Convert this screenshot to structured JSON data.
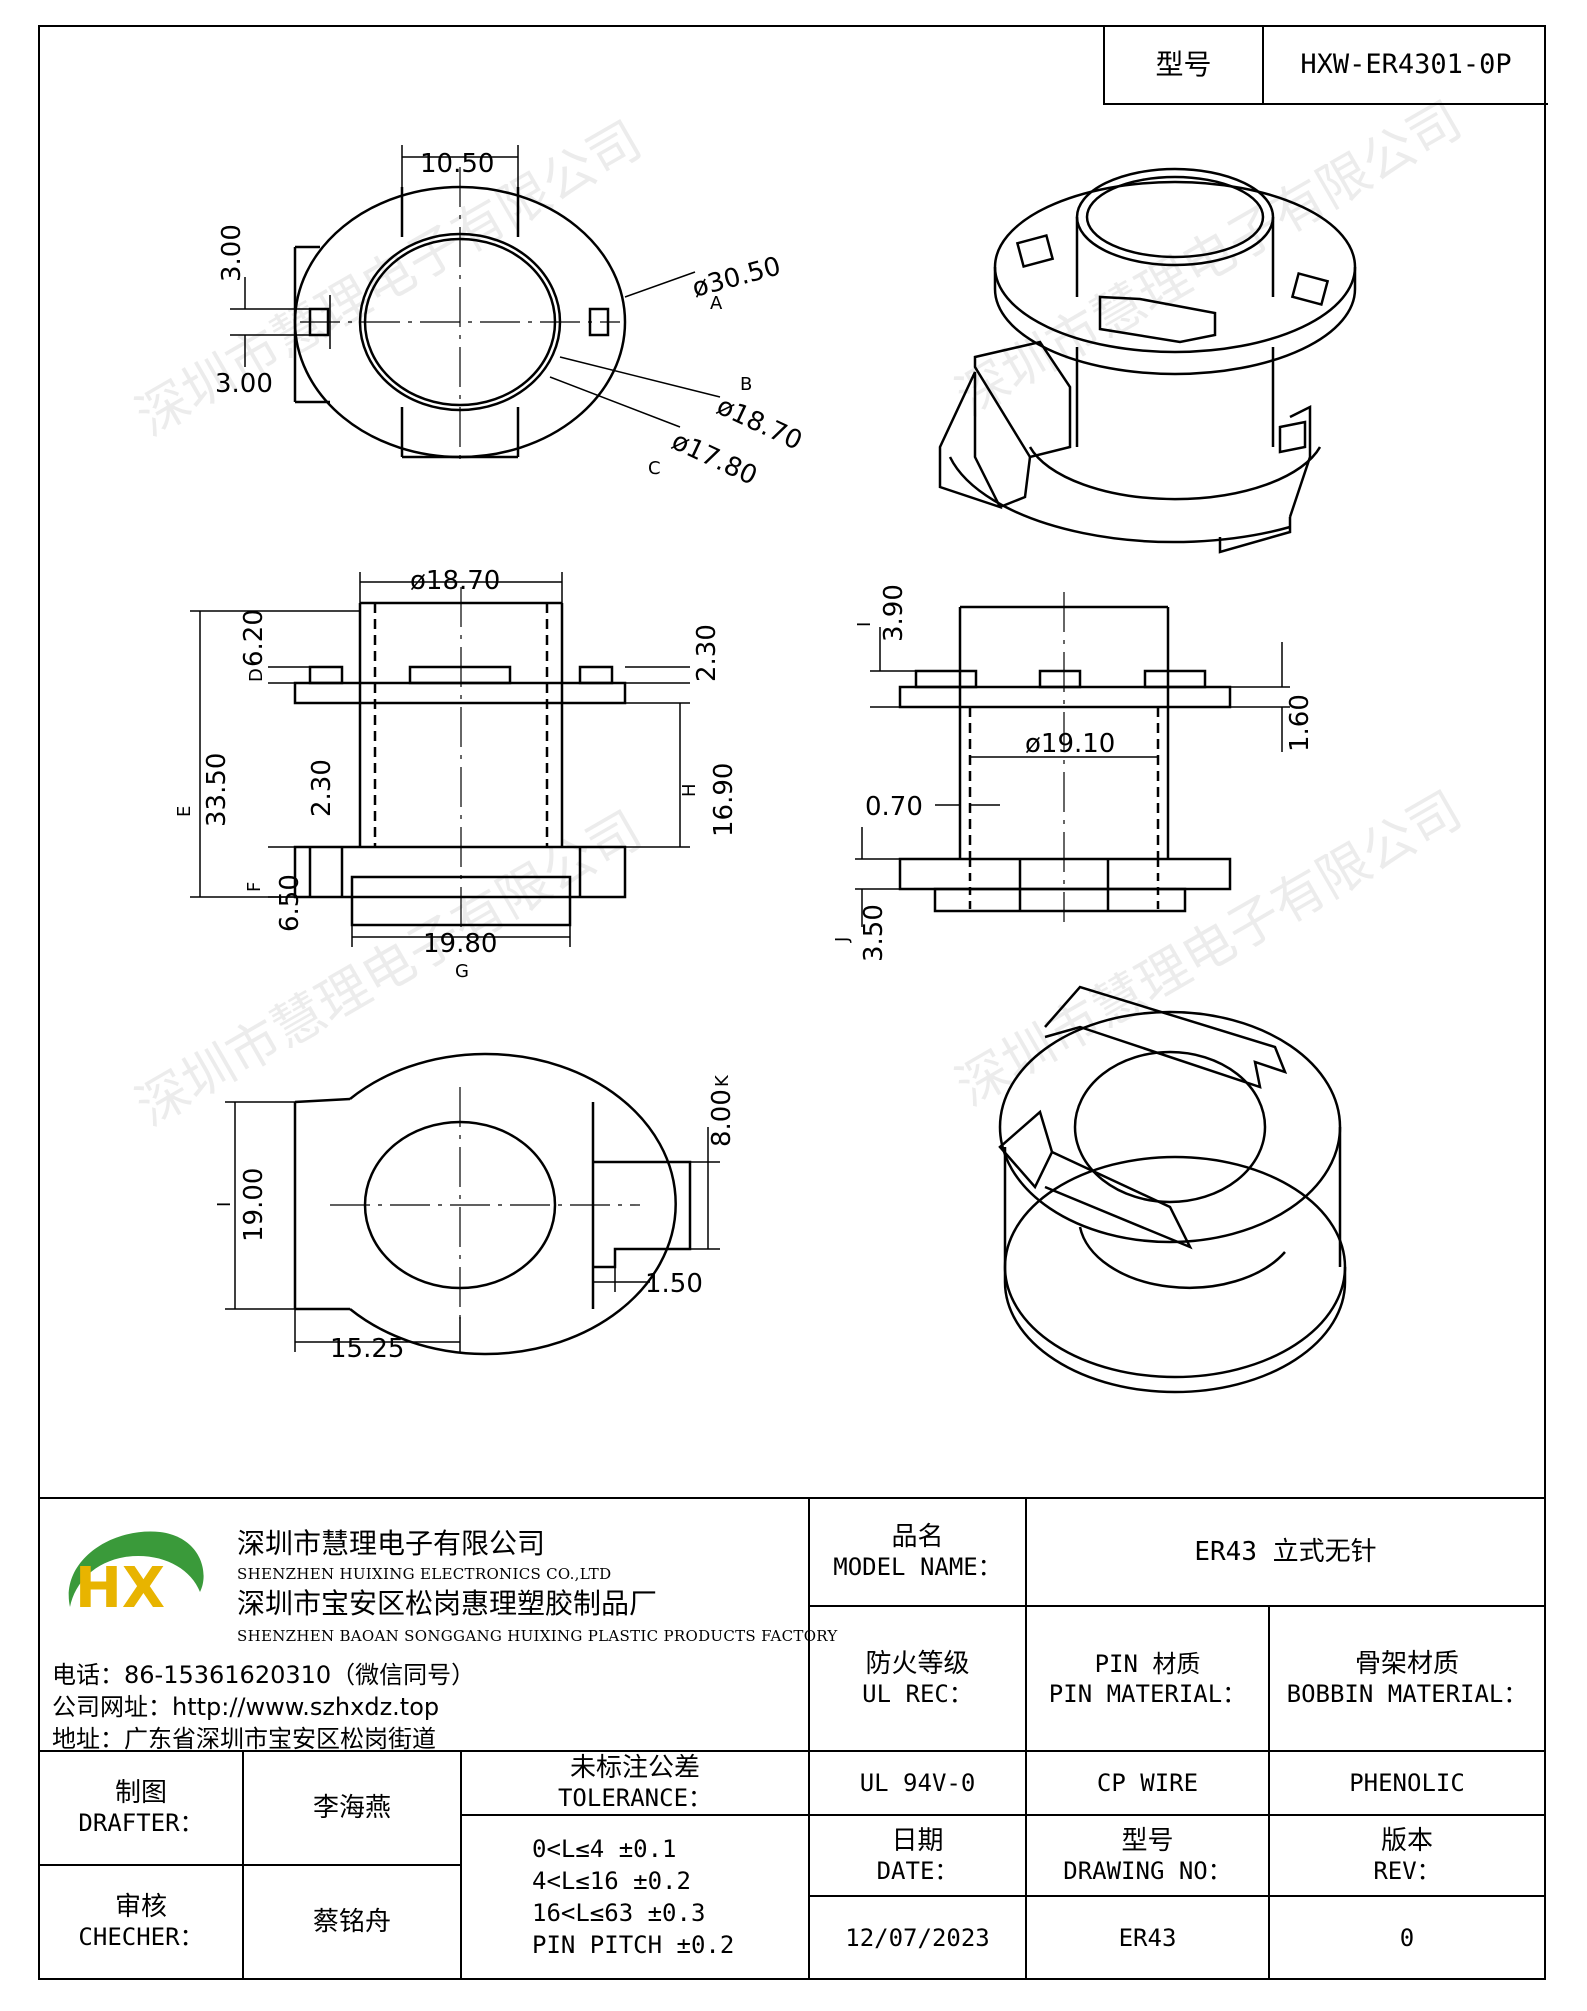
{
  "header": {
    "model_label": "型号",
    "model_value": "HXW-ER4301-0P"
  },
  "dimensions": {
    "top_view": {
      "width_top": "10.50",
      "slot_a": "3.00",
      "slot_b": "3.00",
      "dia_outer": "ø30.50",
      "dia_outer_mark": "A",
      "dia_mid": "ø18.70",
      "dia_mid_mark": "B",
      "dia_inner": "ø17.80",
      "dia_inner_mark": "C"
    },
    "front_view": {
      "dia_top": "ø18.70",
      "top_flange": "6.20",
      "top_flange_mark": "D",
      "total_height": "33.50",
      "total_height_mark": "E",
      "wall": "2.30",
      "tab_height": "2.30",
      "winding": "16.90",
      "winding_mark": "H",
      "bottom_flange": "6.50",
      "bottom_flange_mark": "F",
      "base_width": "19.80",
      "base_width_mark": "G"
    },
    "side_view": {
      "top_step": "3.90",
      "top_step_mark": "I",
      "flange_thk": "1.60",
      "inner_dia": "ø19.10",
      "gap": "0.70",
      "bottom_step": "3.50",
      "bottom_step_mark": "J"
    },
    "bottom_view": {
      "height": "19.00",
      "height_mark": "I",
      "slot_height": "8.00",
      "slot_height_mark": "K",
      "slot_depth": "1.50",
      "half_width": "15.25"
    }
  },
  "watermark": "深圳市慧理电子有限公司",
  "company": {
    "name_cn": "深圳市慧理电子有限公司",
    "name_en": "SHENZHEN HUIXING ELECTRONICS CO.,LTD",
    "factory_cn": "深圳市宝安区松岗惠理塑胶制品厂",
    "factory_en": "SHENZHEN BAOAN SONGGANG HUIXING PLASTIC PRODUCTS FACTORY",
    "phone": "电话：86-15361620310（微信同号）",
    "website": "公司网址：http://www.szhxdz.top",
    "address": "地址：广东省深圳市宝安区松岗街道",
    "logo_letters": "HX"
  },
  "title_block": {
    "model_name_cn": "品名",
    "model_name_en": "MODEL NAME：",
    "model_name_value": "ER43 立式无针",
    "ul_cn": "防火等级",
    "ul_en": "UL REC：",
    "pin_cn": "PIN 材质",
    "pin_en": "PIN MATERIAL：",
    "bobbin_cn": "骨架材质",
    "bobbin_en": "BOBBIN MATERIAL：",
    "ul_value": "UL 94V-0",
    "pin_value": "CP WIRE",
    "bobbin_value": "PHENOLIC",
    "drafter_cn": "制图",
    "drafter_en": "DRAFTER：",
    "drafter_value": "李海燕",
    "checker_cn": "审核",
    "checker_en": "CHECHER：",
    "checker_value": "蔡铭舟",
    "tolerance_cn": "未标注公差",
    "tolerance_en": "TOLERANCE：",
    "tolerance_lines": [
      "0<L≤4  ±0.1",
      "4<L≤16 ±0.2",
      "16<L≤63 ±0.3",
      "PIN PITCH ±0.2"
    ],
    "date_cn": "日期",
    "date_en": "DATE：",
    "date_value": "12/07/2023",
    "drawing_no_cn": "型号",
    "drawing_no_en": "DRAWING NO：",
    "drawing_no_value": "ER43",
    "rev_cn": "版本",
    "rev_en": "REV：",
    "rev_value": "0"
  },
  "colors": {
    "logo_green": "#3a9a3a",
    "logo_yellow": "#e8b400",
    "logo_dark_green": "#1f7a2a"
  }
}
